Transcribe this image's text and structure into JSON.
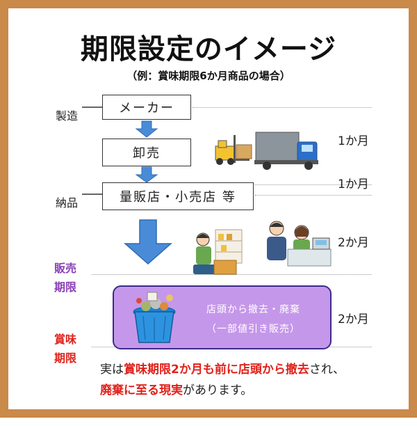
{
  "header": {
    "title": "期限設定のイメージ",
    "subtitle": "（例：賞味期限6か月商品の場合）"
  },
  "labels": {
    "seizo": "製造",
    "nohin": "納品",
    "hanbai_1": "販売",
    "hanbai_2": "期限",
    "shomi_1": "賞味",
    "shomi_2": "期限"
  },
  "boxes": {
    "maker": "メーカー",
    "oroshi": "卸売",
    "retail": "量販店・小売店 等"
  },
  "months": {
    "m1": "1か月",
    "m2": "1か月",
    "m3": "2か月",
    "m4": "2か月"
  },
  "purple_box": {
    "line1": "店頭から撤去・廃棄",
    "line2": "（一部値引き販売）"
  },
  "bottom": {
    "l1_a": "実は",
    "l1_b": "賞味期限2か月も前に店頭から撤去",
    "l1_c": "され、",
    "l2_a": "廃棄に至る現実",
    "l2_b": "があります。"
  },
  "colors": {
    "frame": "#c98a4a",
    "arrow": "#4a8bd8",
    "purple_box": "#c597ea",
    "purple_label": "#8a3fb5",
    "red": "#e0211b"
  },
  "icons": [
    "truck-icon",
    "forklift-icon",
    "shop-clerk-icon",
    "cashier-icon",
    "garbage-bin-icon"
  ]
}
